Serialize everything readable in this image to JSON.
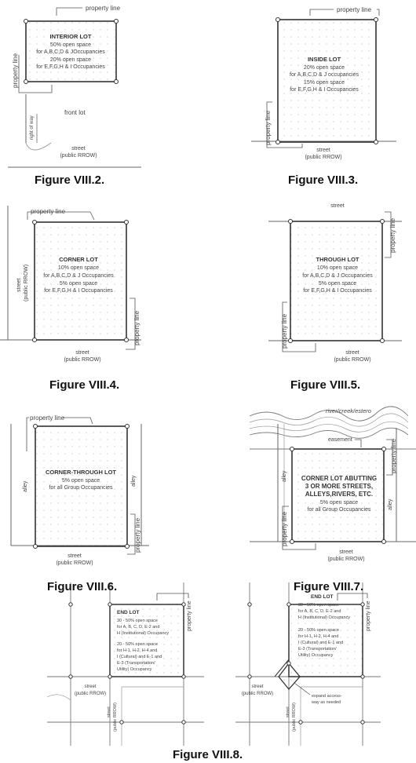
{
  "figures": {
    "fig2": {
      "caption": "Figure VIII.2.",
      "title": "INTERIOR LOT",
      "lines": [
        "50% open space",
        "for A,B,C,D & JOccupancies",
        "20% open space",
        "for E,F,G,H & I Occupancies"
      ],
      "property_top": "property line",
      "property_left": "property line",
      "right_of_way": "right of way",
      "front_lot": "front lot",
      "street": "street",
      "rrow": "(public RROW)"
    },
    "fig3": {
      "caption": "Figure VIII.3.",
      "title": "INSIDE LOT",
      "lines": [
        "20% open space",
        "for A,B,C,D & J occupancies",
        "15% open space",
        "for E,F,G,H & I Occupancies"
      ],
      "property_top": "property line",
      "property_left": "property line",
      "street": "street",
      "rrow": "(public RROW)"
    },
    "fig4": {
      "caption": "Figure VIII.4.",
      "title": "CORNER LOT",
      "lines": [
        "10% open space",
        "for A,B,C,D & J Occupancies",
        "5% open space",
        "for E,F,G,H & I Occupancies"
      ],
      "property_top": "property line",
      "property_right": "property line",
      "street_side": "street",
      "rrow_side": "(public RROW)",
      "street": "street",
      "rrow": "(public RROW)"
    },
    "fig5": {
      "caption": "Figure VIII.5.",
      "title": "THROUGH LOT",
      "lines": [
        "10% open space",
        "for A,B,C,D & J Occupancies",
        "5% open space",
        "for E,F,G,H & I Occupancies"
      ],
      "street_top": "street",
      "property_right": "property line",
      "property_left": "property line",
      "street": "street",
      "rrow": "(public RROW)"
    },
    "fig6": {
      "caption": "Figure VIII.6.",
      "title": "CORNER-THROUGH LOT",
      "lines": [
        "5% open space",
        "for all Group Occupancies"
      ],
      "property_top": "property line",
      "property_right": "property line",
      "alley_left": "alley",
      "alley_right": "alley",
      "street": "street",
      "rrow": "(public RROW)"
    },
    "fig7": {
      "caption": "Figure VIII.7.",
      "river": "river/creek/estero",
      "easement": "easement",
      "title_lines": [
        "CORNER LOT ABUTTING",
        "3 OR MORE STREETS,",
        "ALLEYS,RIVERS, ETC."
      ],
      "lines": [
        "5% open space",
        "for all Group Occupancies"
      ],
      "alley_left": "alley",
      "alley_right": "alley",
      "property_left": "property line",
      "property_right": "property line",
      "street": "street",
      "rrow": "(public RROW)"
    },
    "fig8": {
      "caption": "Figure VIII.8.",
      "title": "END LOT",
      "lines_a": [
        "30 - 50% open space",
        "for A, B, C, D, E-2 and",
        "H (Institutional) Occupancy"
      ],
      "lines_b": [
        "20 - 50% open space",
        "for H-1, H-2, H-4 and",
        "I (Cultural) and E-1 and",
        "E-3 (Transportation/",
        "Utility) Occupancy"
      ],
      "property_line": "property line",
      "street": "street",
      "rrow": "(public RROW)",
      "expand": [
        "expand access-",
        "way as needed"
      ]
    }
  }
}
